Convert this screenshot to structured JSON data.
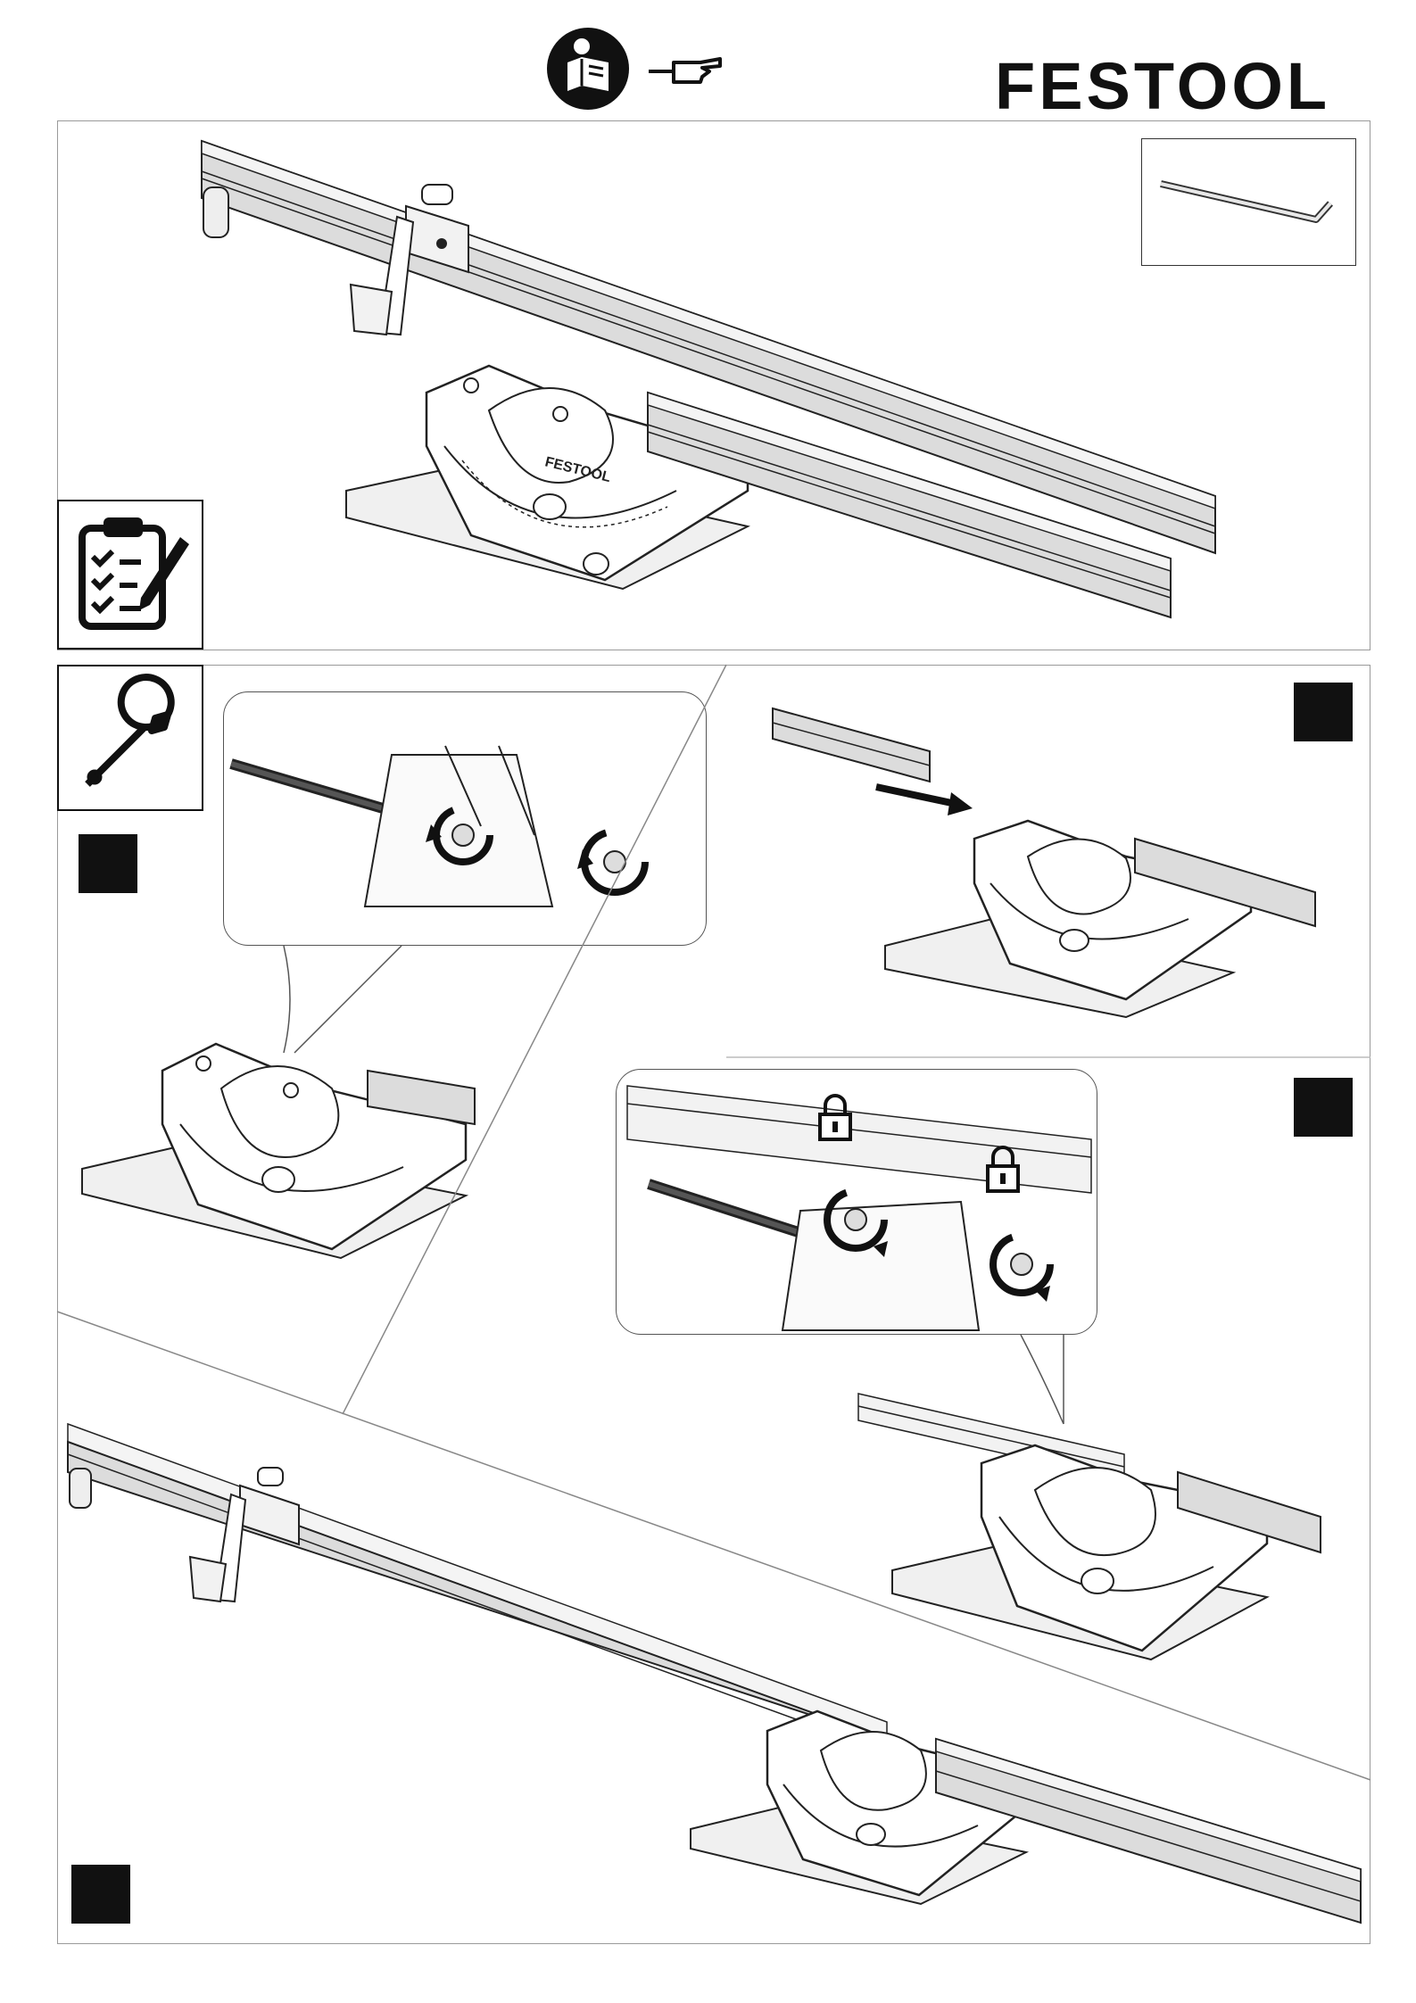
{
  "header": {
    "brand": "FESTOOL",
    "manual_icon": "read-manual-icon",
    "pointer_icon": "pointing-hand-icon"
  },
  "sections": {
    "contents": {
      "icon": "checklist-icon"
    },
    "assembly": {
      "icon": "wrench-icon"
    }
  },
  "parts": {
    "fence_label": "FESTOOL",
    "key_icon": "hex-key-icon"
  },
  "steps": [
    {
      "id": "step-1",
      "marker": "black-square"
    },
    {
      "id": "step-2",
      "marker": "black-square"
    },
    {
      "id": "step-3",
      "marker": "black-square"
    },
    {
      "id": "step-4",
      "marker": "black-square"
    }
  ],
  "colors": {
    "ink": "#111111",
    "frame": "#9a9a9a",
    "rail": "#d9d9d9"
  }
}
